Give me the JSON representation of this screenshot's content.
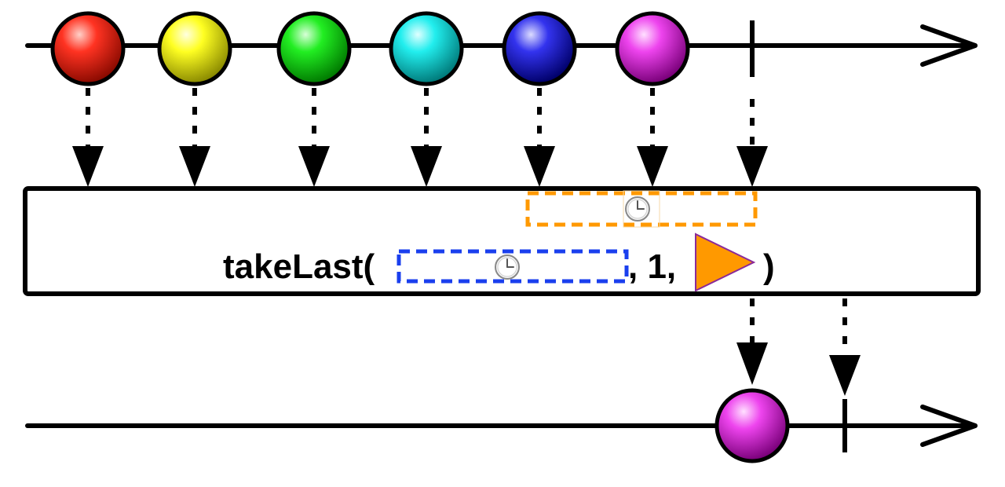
{
  "operator": {
    "name": "takeLast(",
    "count_arg": ", 1,",
    "close": ")"
  },
  "input_items": [
    {
      "color": "#ff2a1a",
      "label": "red-marble"
    },
    {
      "color": "#ffff1a",
      "label": "yellow-marble"
    },
    {
      "color": "#1aee1a",
      "label": "green-marble"
    },
    {
      "color": "#1aeeee",
      "label": "cyan-marble"
    },
    {
      "color": "#2a2aee",
      "label": "blue-marble"
    },
    {
      "color": "#ee33ee",
      "label": "magenta-marble"
    }
  ],
  "output_items": [
    {
      "color": "#ee33ee",
      "label": "magenta-marble"
    }
  ],
  "colors": {
    "line": "#000000",
    "time_window_border": "#ff9900",
    "duration_border": "#1a3fee",
    "scheduler_fill": "#ff9900",
    "scheduler_stroke": "#8a2a9a"
  },
  "icons": {
    "duration": "clock-icon",
    "window": "clock-icon",
    "scheduler": "play-triangle-icon"
  }
}
